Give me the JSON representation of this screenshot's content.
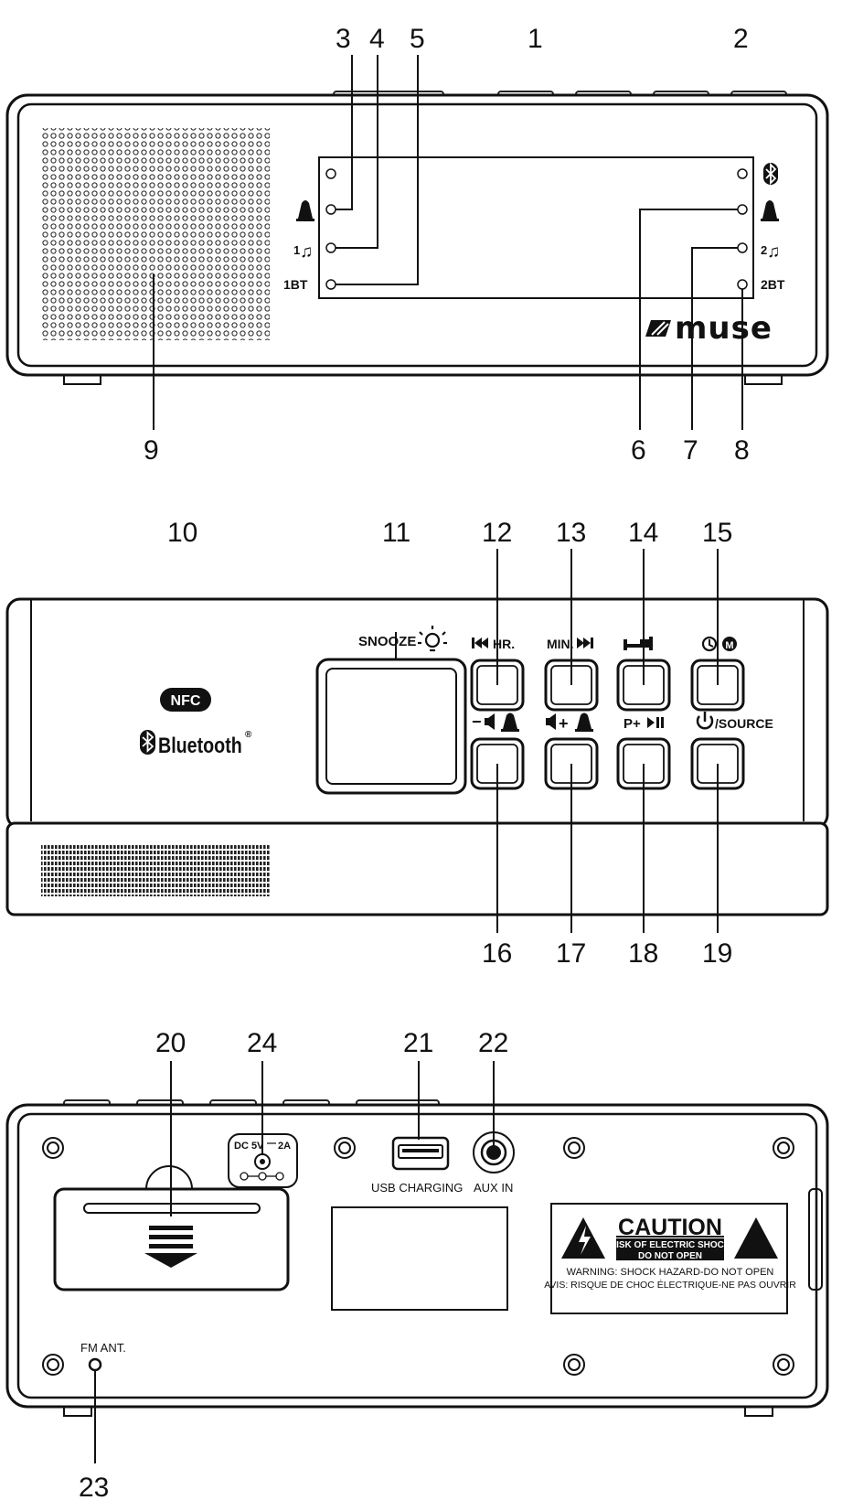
{
  "callouts": {
    "n1": "1",
    "n2": "2",
    "n3": "3",
    "n4": "4",
    "n5": "5",
    "n6": "6",
    "n7": "7",
    "n8": "8",
    "n9": "9",
    "n10": "10",
    "n11": "11",
    "n12": "12",
    "n13": "13",
    "n14": "14",
    "n15": "15",
    "n16": "16",
    "n17": "17",
    "n18": "18",
    "n19": "19",
    "n20": "20",
    "n21": "21",
    "n22": "22",
    "n23": "23",
    "n24": "24"
  },
  "front": {
    "brand": "muse",
    "left_labels": {
      "alarm1_music": "1",
      "one_bt": "1BT"
    },
    "right_labels": {
      "alarm2_music": "2",
      "two_bt": "2BT"
    },
    "icons": [
      "bluetooth-icon",
      "alarm-bell-1-icon",
      "alarm-bell-2-icon",
      "music-note-icon"
    ]
  },
  "top": {
    "nfc": "NFC",
    "bluetooth": "Bluetooth",
    "registered": "®",
    "snooze": "SNOOZE",
    "hr": "HR.",
    "min": "MIN.",
    "source": "/SOURCE",
    "minus": "−",
    "plus": "+",
    "p_plus": "P+",
    "clock_m": "M"
  },
  "back": {
    "dc": "DC 5V",
    "dc_current": "2A",
    "usb": "USB CHARGING",
    "aux": "AUX IN",
    "fm": "FM ANT.",
    "caution": "CAUTION",
    "caution_sub1": "RISK OF ELECTRIC SHOCK",
    "caution_sub2": "DO NOT OPEN",
    "warning": "WARNING: SHOCK HAZARD-DO NOT OPEN",
    "avis": "AVIS: RISQUE DE CHOC ÉLECTRIQUE-NE PAS OUVRIR"
  }
}
